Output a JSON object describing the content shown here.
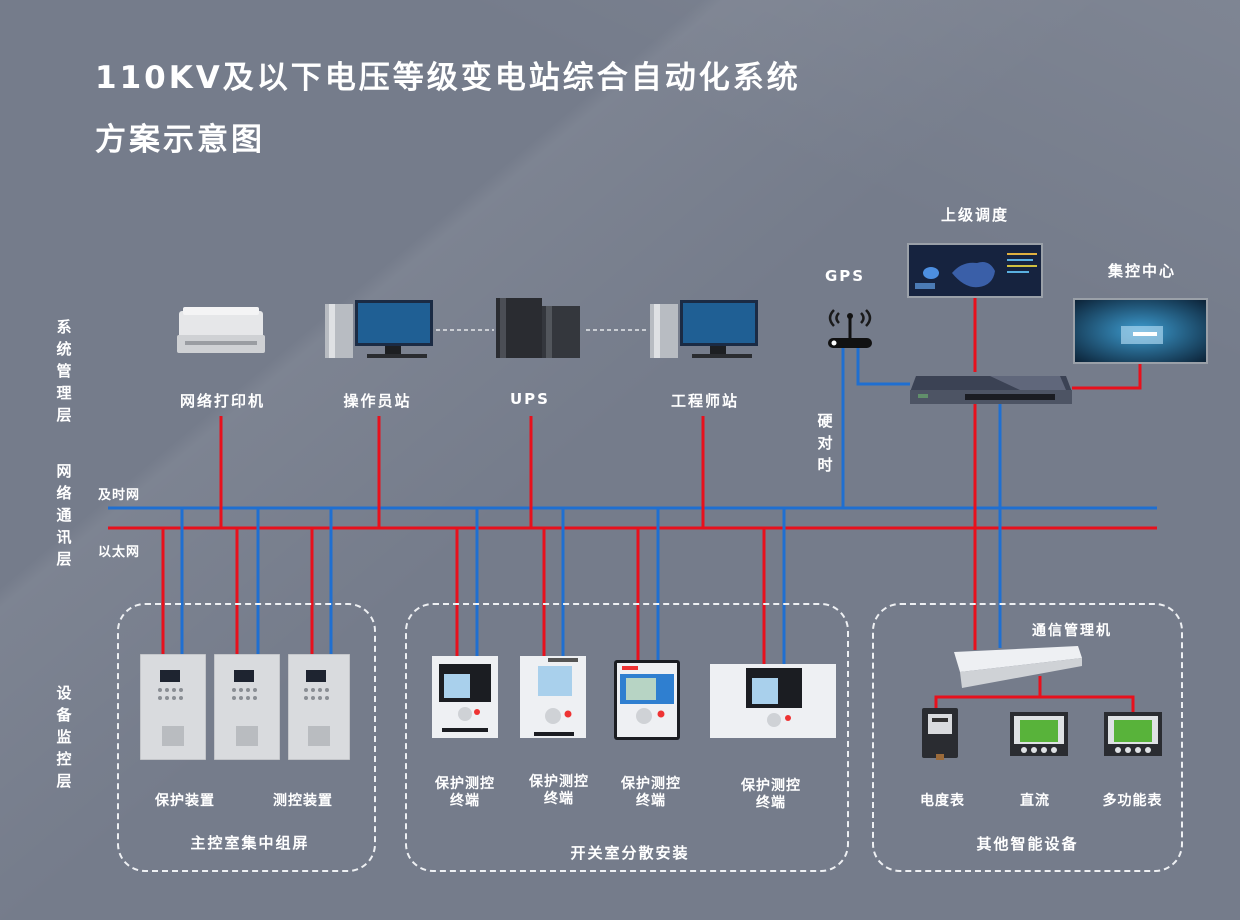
{
  "title": {
    "line1": "110KV及以下电压等级变电站综合自动化系统",
    "line2": "方案示意图"
  },
  "layers": {
    "system_mgmt": "系统管理层",
    "network": "网络通讯层",
    "device_monitor": "设备监控层"
  },
  "networks": {
    "timing": "及时网",
    "ethernet": "以太网",
    "timing_color": "#1f6fd1",
    "ethernet_color": "#e8101c"
  },
  "system_devices": [
    {
      "label": "网络打印机",
      "icon": "printer-icon"
    },
    {
      "label": "操作员站",
      "icon": "workstation-icon"
    },
    {
      "label": "UPS",
      "icon": "ups-icon"
    },
    {
      "label": "工程师站",
      "icon": "workstation-icon"
    }
  ],
  "upper": {
    "gps": "GPS",
    "hard_timing": "硬对时",
    "dispatch": "上级调度",
    "control_center": "集控中心"
  },
  "groups": [
    {
      "name": "主控室集中组屏",
      "items": [
        "保护装置",
        "测控装置"
      ]
    },
    {
      "name": "开关室分散安装",
      "items": [
        "保护测控\n终端",
        "保护测控\n终端",
        "保护测控\n终端",
        "保护测控\n终端"
      ]
    },
    {
      "name": "其他智能设备",
      "manager": "通信管理机",
      "items": [
        "电度表",
        "直流",
        "多功能表"
      ]
    }
  ]
}
